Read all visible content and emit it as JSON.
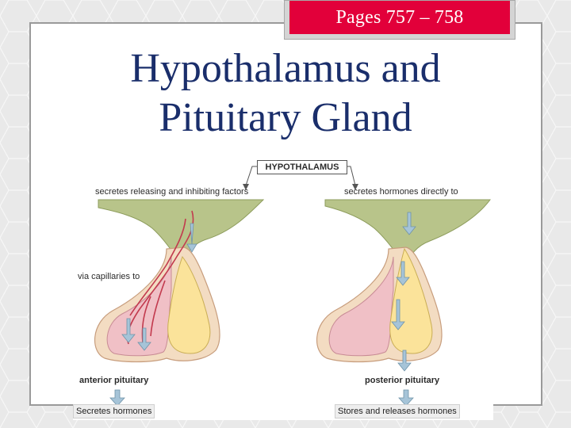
{
  "page_ref": "Pages 757 – 758",
  "title": {
    "line1": "Hypothalamus and",
    "line2": "Pituitary Gland"
  },
  "figure": {
    "hypothalamus_label": "HYPOTHALAMUS",
    "left": {
      "top_caption": "secretes releasing and inhibiting factors",
      "side_caption": "via capillaries to",
      "structure_label": "anterior pituitary",
      "result_caption": "Secretes hormones"
    },
    "right": {
      "top_caption": "secretes hormones directly to",
      "structure_label": "posterior pituitary",
      "result_caption": "Stores and releases hormones"
    }
  },
  "colors": {
    "title_text": "#1a2e6b",
    "page_tab_fill": "#e2003a",
    "hypothalamus_tissue": "#b8c48a",
    "anterior_tissue": "#f0c0c6",
    "posterior_tissue": "#fbe39a",
    "outer_rim": "#f3dcc2",
    "capillary": "#c23a4e",
    "arrow": "#a6c4d8"
  }
}
